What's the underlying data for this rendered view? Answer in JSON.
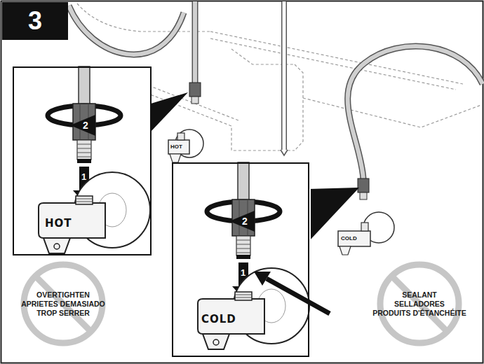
{
  "diagram": {
    "nodes": [
      {
        "text": [
          "3"
        ]
      },
      {
        "text": [
          "2",
          "1",
          "HOT"
        ]
      },
      {
        "text": [
          "2",
          "1",
          "COLD"
        ]
      },
      {
        "text": [
          "OVERTIGHTEN",
          "APRIETES DEMASIADO",
          "TROP SERRER"
        ]
      },
      {
        "text": [
          "SEALANT",
          "SELLADORES",
          "PRODUITS D'ÉTANCHÉITE"
        ]
      }
    ],
    "labels": [
      "HOT",
      "COLD"
    ]
  }
}
